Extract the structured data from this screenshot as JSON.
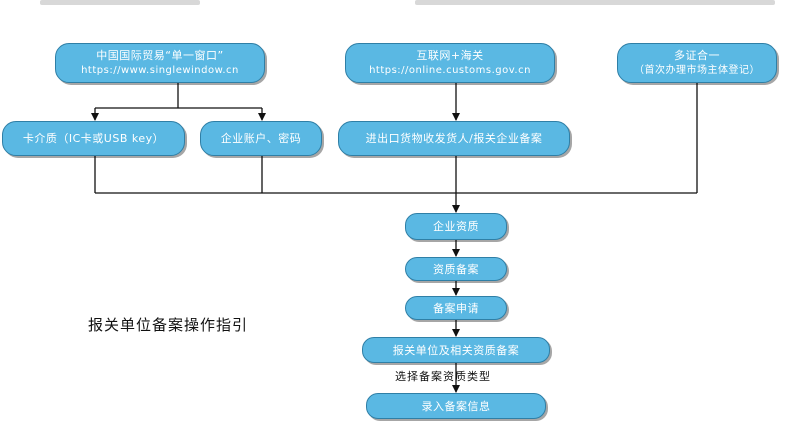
{
  "nodes": {
    "single_window": {
      "line1": "中国国际贸易“单一窗口”",
      "line2": "https://www.singlewindow.cn"
    },
    "internet_customs": {
      "line1": "互联网+海关",
      "line2": "https://online.customs.gov.cn"
    },
    "multi_cert": {
      "line1": "多证合一",
      "line2": "（首次办理市场主体登记）"
    },
    "card_medium": {
      "label": "卡介质（IC卡或USB key）"
    },
    "account_password": {
      "label": "企业账户、密码"
    },
    "import_export_filing": {
      "label": "进出口货物收发货人/报关企业备案"
    },
    "enterprise_qualification": {
      "label": "企业资质"
    },
    "qualification_filing": {
      "label": "资质备案"
    },
    "filing_application": {
      "label": "备案申请"
    },
    "customs_unit_filing": {
      "label": "报关单位及相关资质备案"
    },
    "enter_filing_info": {
      "label": "录入备案信息"
    }
  },
  "edge_labels": {
    "select_type": "选择备案资质类型"
  },
  "title": "报关单位备案操作指引",
  "colors": {
    "node_fill": "#5ab8e3",
    "node_border": "#2f7fa6",
    "line": "#111111"
  }
}
